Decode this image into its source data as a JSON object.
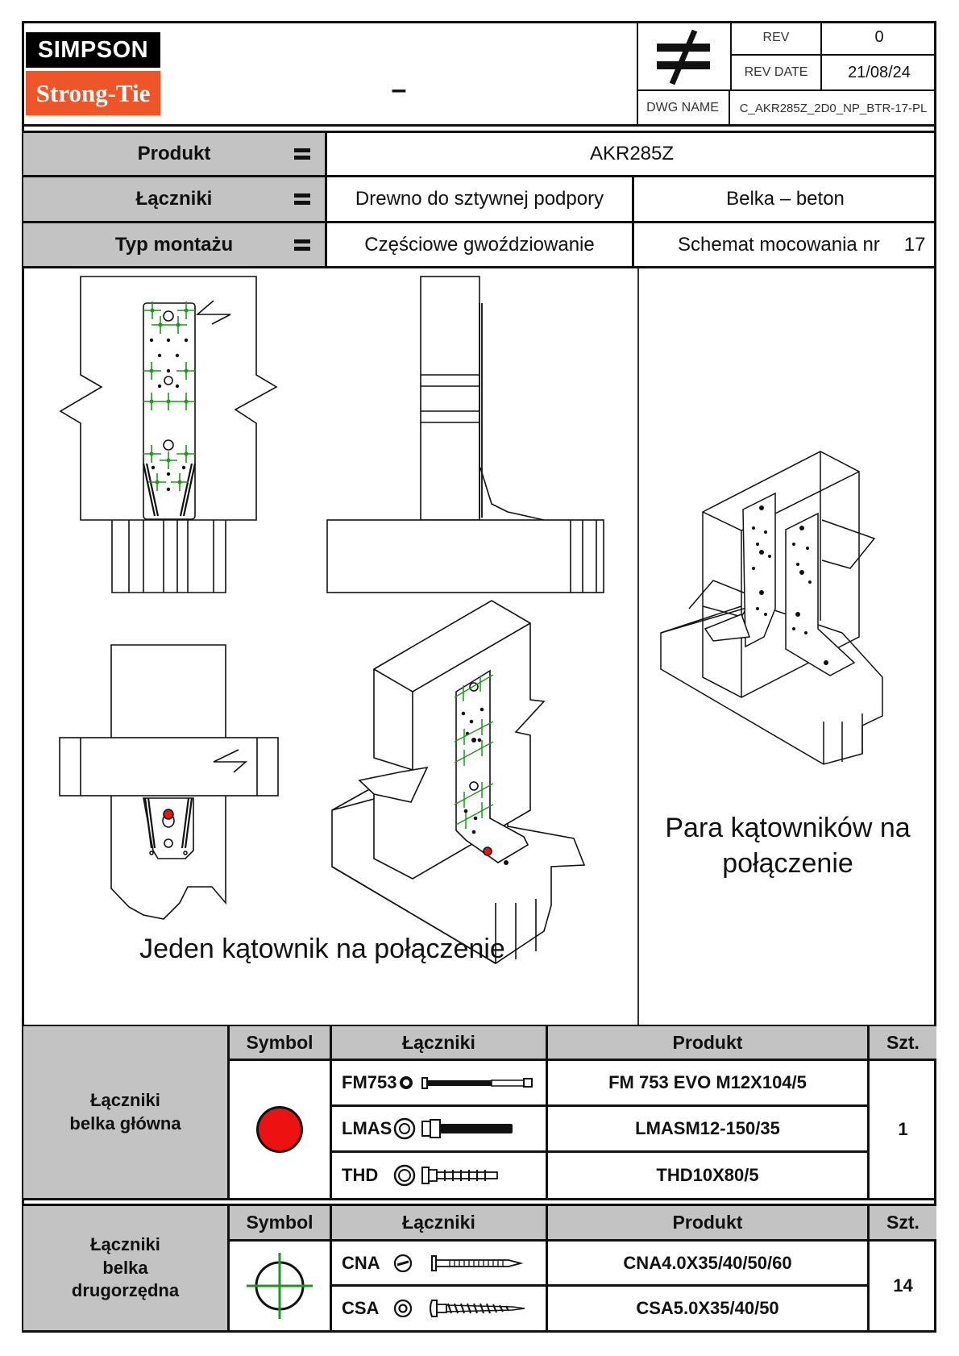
{
  "header": {
    "logo_top": "SIMPSON",
    "logo_bottom": "Strong-Tie",
    "title": "–",
    "symbol_icon": "not-equal-icon",
    "rev_label": "REV",
    "rev_value": "0",
    "rev_date_label": "REV DATE",
    "rev_date_value": "21/08/24",
    "dwg_name_label": "DWG NAME",
    "dwg_name_value": "C_AKR285Z_2D0_NP_BTR-17-PL"
  },
  "info": {
    "equals": "=",
    "rows": [
      {
        "label": "Produkt",
        "values": [
          "AKR285Z"
        ]
      },
      {
        "label": "Łączniki",
        "values": [
          "Drewno do sztywnej podpory",
          "Belka – beton"
        ]
      },
      {
        "label": "Typ montażu",
        "values": [
          "Częściowe gwoździowanie",
          "Schemat mocowania nr"
        ],
        "scheme_no": "17"
      }
    ]
  },
  "drawings": {
    "left_caption": "Jeden kątownik na połączenie",
    "right_caption_line1": "Para kątowników na",
    "right_caption_line2": "połączenie"
  },
  "tables": [
    {
      "group_label_lines": [
        "Łączniki",
        "belka główna"
      ],
      "headers": {
        "symbol": "Symbol",
        "fasteners": "Łączniki",
        "product": "Produkt",
        "qty": "Szt."
      },
      "symbol": "red-filled-circle-icon",
      "qty": "1",
      "rows": [
        {
          "code": "FM753",
          "product": "FM 753 EVO M12X104/5"
        },
        {
          "code": "LMAS",
          "product": "LMASM12-150/35"
        },
        {
          "code": "THD",
          "product": "THD10X80/5"
        }
      ]
    },
    {
      "group_label_lines": [
        "Łączniki",
        "belka",
        "drugorzędna"
      ],
      "headers": {
        "symbol": "Symbol",
        "fasteners": "Łączniki",
        "product": "Produkt",
        "qty": "Szt."
      },
      "symbol": "green-crosshair-circle-icon",
      "qty": "14",
      "rows": [
        {
          "code": "CNA",
          "product": "CNA4.0X35/40/50/60"
        },
        {
          "code": "CSA",
          "product": "CSA5.0X35/40/50"
        }
      ]
    }
  ],
  "colors": {
    "brand_orange": "#ee5528",
    "label_gray": "#c3c3c3",
    "anchor_red": "#ee1111",
    "nail_green": "#1a9a1a"
  }
}
